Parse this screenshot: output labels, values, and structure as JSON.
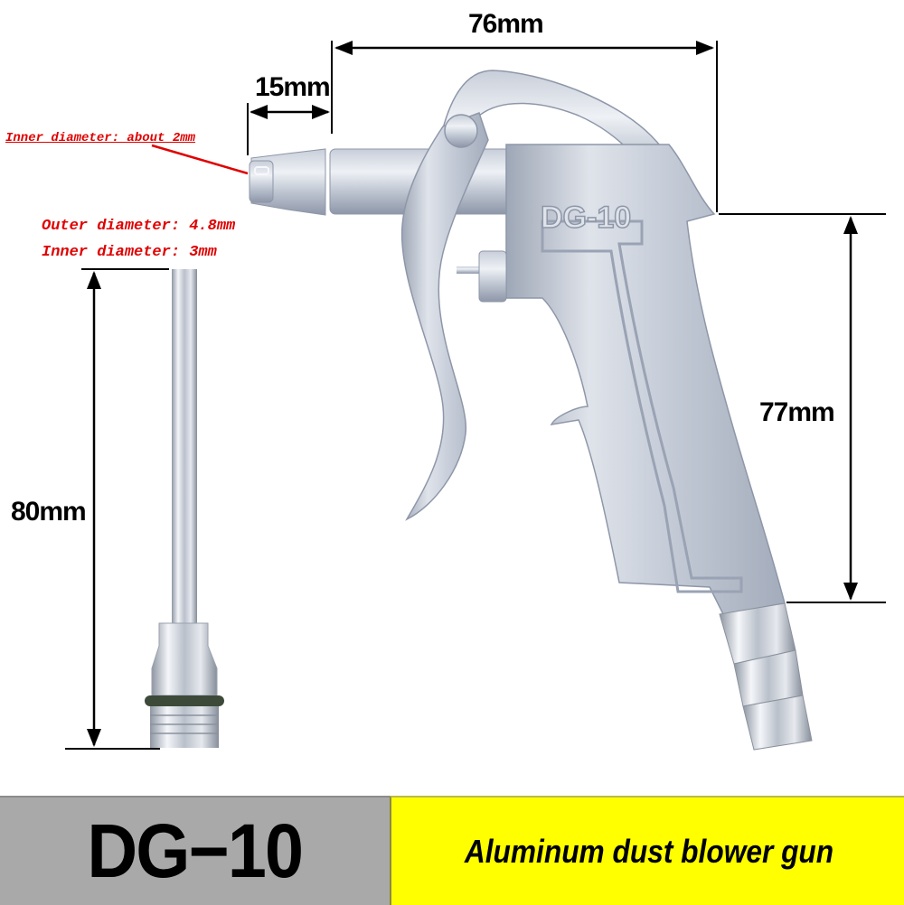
{
  "dimensions": {
    "overall_length": "76mm",
    "nozzle_length": "15mm",
    "grip_height": "77mm",
    "extension_length": "80mm"
  },
  "notes": {
    "nozzle_inner_diameter": "Inner diameter: about 2mm",
    "extension_outer_diameter": "Outer diameter: 4.8mm",
    "extension_inner_diameter": "Inner diameter: 3mm"
  },
  "product": {
    "body_marking": "DG-10",
    "model": "DG−10",
    "description": "Aluminum dust blower gun"
  },
  "colors": {
    "annotation_red": "#e00000",
    "banner_gray": "#a9a9a9",
    "banner_yellow": "#ffff00",
    "metal_light": "#d8dde6",
    "metal_mid": "#b4bccb",
    "metal_dark": "#8c95a6"
  }
}
